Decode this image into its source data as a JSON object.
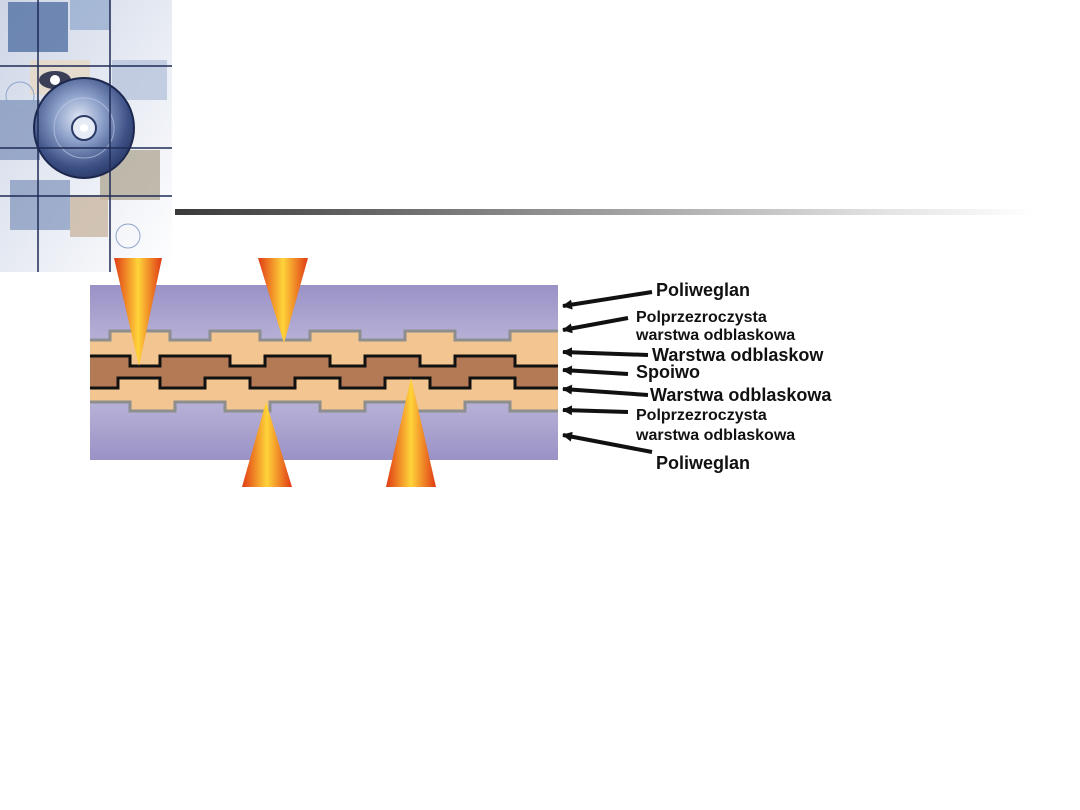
{
  "slide": {
    "logo_icon": "cd-disc-collage-icon",
    "title_rule_colors": [
      "#3a3a3a",
      "#ffffff"
    ]
  },
  "diagram": {
    "colors": {
      "polycarbonate": "#a59cc8",
      "semi_reflective": "#8e8e8e",
      "reflective_fill": "#f3c590",
      "adhesive": "#b47a55",
      "reflective_line": "#111111",
      "laser_outer": "#e8501a",
      "laser_inner": "#ffd24a"
    },
    "labels": [
      "Poliweglan",
      "Polprzezroczysta",
      "warstwa odblaskowa",
      "Warstwa odblaskow",
      "Spoiwo",
      "Warstwa odblaskowa",
      "Polprzezroczysta",
      "warstwa odblaskowa",
      "Poliweglan"
    ]
  }
}
